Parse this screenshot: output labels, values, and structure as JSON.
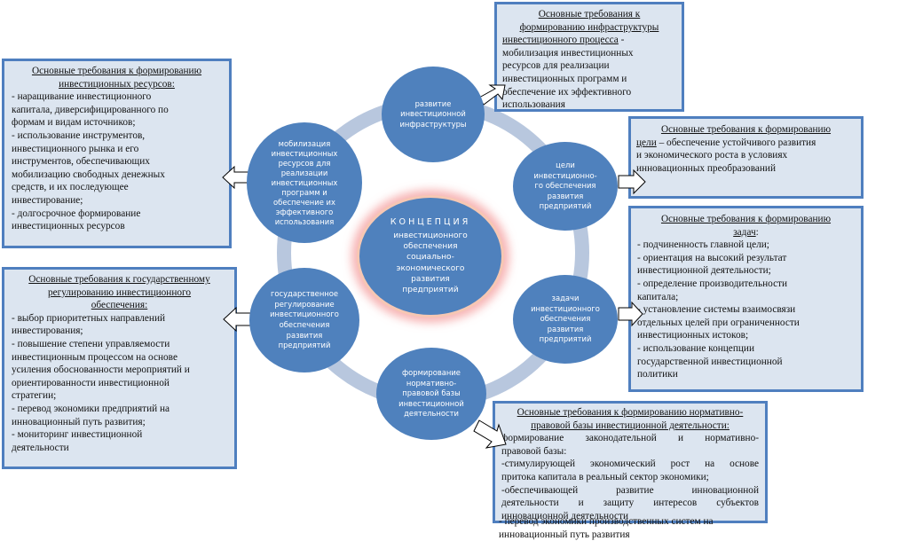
{
  "colors": {
    "box_fill": "#dce5f0",
    "box_border": "#4f7fbf",
    "circle_fill": "#4f81bd",
    "ring": "#b8c7de",
    "glow": "#f08080"
  },
  "center": {
    "title": "КОНЦЕПЦИЯ",
    "subtitle_lines": [
      "инвестиционного",
      "обеспечения",
      "социально-",
      "экономического",
      "развития",
      "предприятий"
    ]
  },
  "circles": [
    {
      "id": "infrastructure",
      "lines": [
        "развитие",
        "инвестиционной",
        "инфраструктуры"
      ]
    },
    {
      "id": "goals",
      "lines": [
        "цели",
        "инвестиционно-",
        "го обеспечения",
        "развития",
        "предприятий"
      ]
    },
    {
      "id": "tasks",
      "lines": [
        "задачи",
        "инвестиционного",
        "обеспечения",
        "развития",
        "предприятий"
      ]
    },
    {
      "id": "legal",
      "lines": [
        "формирование",
        "нормативно-",
        "правовой базы",
        "инвестиционной",
        "деятельности"
      ]
    },
    {
      "id": "state",
      "lines": [
        "государственное",
        "регулирование",
        "инвестиционного",
        "обеспечения",
        "развития",
        "предприятий"
      ]
    },
    {
      "id": "resources",
      "lines": [
        "мобилизация",
        "инвестиционных",
        "ресурсов для",
        "реализации",
        "инвестиционных",
        "программ и",
        "обеспечение их",
        "эффективного",
        "использования"
      ]
    }
  ],
  "boxes": {
    "resources": {
      "heading_lines": [
        "Основные требования к формированию",
        "инвестиционных ресурсов:"
      ],
      "lines": [
        " - наращивание инвестиционного",
        "капитала, диверсифицированного по",
        "формам и видам источников;",
        " - использование инструментов,",
        "инвестиционного рынка и его",
        "инструментов, обеспечивающих",
        "мобилизацию свободных денежных",
        "средств, и их последующее",
        "инвестирование;",
        " - долгосрочное формирование",
        "инвестиционных ресурсов"
      ]
    },
    "state": {
      "heading_lines": [
        "Основные требования к государственному",
        "регулированию инвестиционного",
        "обеспечения:"
      ],
      "lines": [
        " - выбор приоритетных направлений",
        "инвестирования;",
        " - повышение степени управляемости",
        "инвестиционным процессом на основе",
        "усиления обоснованности мероприятий и",
        "ориентированности инвестиционной",
        "стратегии;",
        " - перевод экономики предприятий на",
        "инновационный путь развития;",
        " - мониторинг инвестиционной",
        "деятельности"
      ]
    },
    "infrastructure": {
      "heading_lines": [
        "Основные требования к",
        "формированию инфраструктуры",
        "инвестиционного процесса"
      ],
      "heading_suffix": " -",
      "lines": [
        "мобилизация инвестиционных",
        "ресурсов для реализации",
        "инвестиционных программ и",
        "обеспечение их эффективного",
        "использования"
      ]
    },
    "goals": {
      "heading_lines": [
        "Основные требования к формированию"
      ],
      "underlined_word": "цели",
      "first_line_rest": " – обеспечение устойчивого развития",
      "lines": [
        "и экономического роста в условиях",
        "инновационных преобразований"
      ]
    },
    "tasks": {
      "heading_lines": [
        "Основные требования к формированию"
      ],
      "underlined_word": "задач",
      "heading_suffix": ":",
      "lines": [
        " - подчиненность главной цели;",
        " - ориентация на высокий результат",
        "инвестиционной деятельности;",
        " - определение производительности",
        "капитала;",
        " - установление системы взаимосвязи",
        "отдельных целей при ограниченности",
        "инвестиционных истоков;",
        " - использование концепции",
        "государственной инвестиционной",
        "политики"
      ]
    },
    "legal": {
      "heading_lines": [
        "Основные требования к формированию нормативно-",
        "правовой базы инвестиционной деятельности:"
      ],
      "justified_lines": [
        " формирование законодательной и нормативно-"
      ],
      "lines_a": [
        "правовой базы:"
      ],
      "justified_lines_2": [
        "-стимулирующей экономический рост на основе"
      ],
      "lines_b": [
        "притока капитала в реальный сектор экономики;"
      ],
      "justified_lines_3": [
        "-обеспечивающей развитие инновационной",
        "деятельности и защиту интересов субъектов"
      ],
      "lines_c": [
        "инновационной деятельности"
      ],
      "overflow_lines": [
        " - перевод экономики производственных систем на",
        "инновационный путь развития"
      ]
    }
  }
}
